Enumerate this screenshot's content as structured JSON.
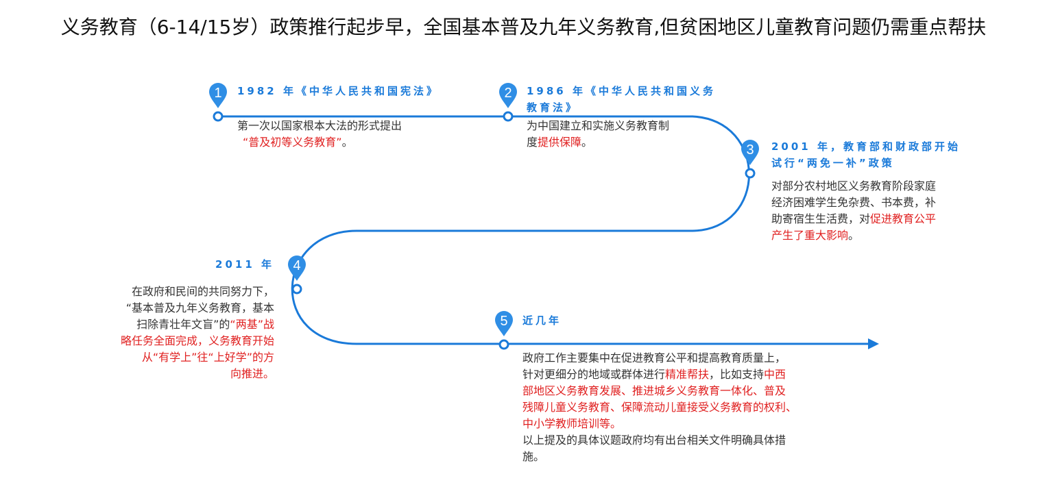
{
  "title": "义务教育（6-14/15岁）政策推行起步早，全国基本普及九年义务教育,但贫困地区儿童教育问题仍需重点帮扶",
  "accent_color": "#1a7ad9",
  "highlight_color": "#e02020",
  "milestones": [
    {
      "number": "1",
      "title": "1982 年《中华人民共和国宪法》",
      "body_1": "第一次以国家根本大法的形式提出",
      "body_2_red": "“普及初等义务教育”",
      "body_2_tail": "。"
    },
    {
      "number": "2",
      "title_1": "1986 年《中华人民共和国义务",
      "title_2": "教育法》",
      "body_1": "为中国建立和实施义务教育制",
      "body_2_head": "度",
      "body_2_red": "提供保障",
      "body_2_tail": "。"
    },
    {
      "number": "3",
      "title_1": "2001 年，教育部和财政部开始",
      "title_2": "试行“两免一补”政策",
      "body_1": "对部分农村地区义务教育阶段家庭",
      "body_2": "经济困难学生免杂费、书本费，补",
      "body_3_head": "助寄宿生生活费，对",
      "body_3_red": "促进教育公平",
      "body_4_red": "产生了重大影响",
      "body_4_tail": "。"
    },
    {
      "number": "4",
      "title": "2011 年",
      "body_1": "在政府和民间的共同努力下，",
      "body_2": "“基本普及九年义务教育，基本",
      "body_3_head": "扫除青壮年文盲”的",
      "body_3_red": "“两基”战",
      "body_4_red": "略任务全面完成，义务教育开始",
      "body_5_red": "从“有学上”往“上好学”的方",
      "body_6_red": "向推进。"
    },
    {
      "number": "5",
      "title": "近几年",
      "body_1": "政府工作主要集中在促进教育公平和提高教育质量上，",
      "body_2_head": "针对更细分的地域或群体进行",
      "body_2_red1": "精准帮扶",
      "body_2_mid": "，比如支持",
      "body_2_red2": "中西",
      "body_3_red": "部地区义务教育发展、推进城乡义务教育一体化、普及",
      "body_4_red": "残障儿童义务教育、保障流动儿童接受义务教育的权利、",
      "body_5_red": "中小学教师培训等。",
      "body_6": "以上提及的具体议题政府均有出台相关文件明确具体措",
      "body_7": "施。"
    }
  ]
}
